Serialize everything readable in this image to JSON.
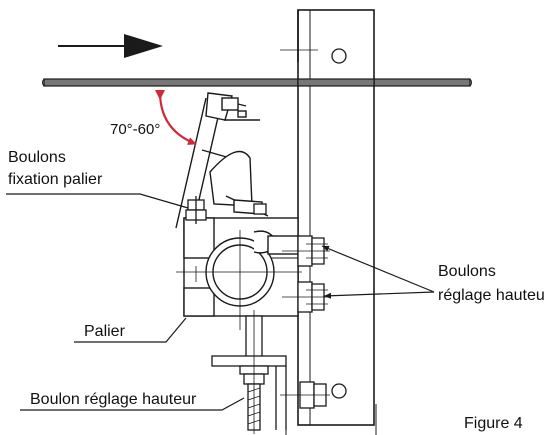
{
  "labels": {
    "angle": "70°-60°",
    "bearing_bolts_l1": "Boulons",
    "bearing_bolts_l2": "fixation palier",
    "height_bolts_l1": "Boulons",
    "height_bolts_l2": "réglage hauteur",
    "bearing": "Palier",
    "height_bolt": "Boulon réglage hauteur",
    "figure": "Figure 4"
  },
  "colors": {
    "line": "#1a1a1a",
    "angle_arrow": "#d0283a",
    "conveyor": "#777777"
  }
}
